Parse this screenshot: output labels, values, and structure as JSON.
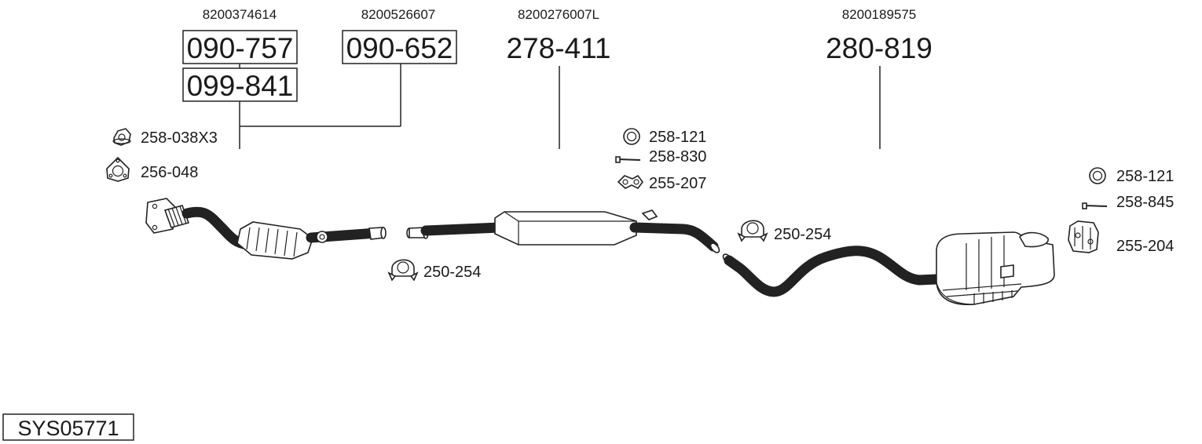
{
  "diagram_code": "SYS05771",
  "oem_numbers": {
    "a": "8200374614",
    "b": "8200526607",
    "c": "8200276007L",
    "d": "8200189575"
  },
  "main_parts": {
    "front_pipe_1": "090-757",
    "front_pipe_2": "099-841",
    "catalyst": "090-652",
    "middle_silencer": "278-411",
    "rear_silencer": "280-819"
  },
  "accessories": {
    "nut": "258-038X3",
    "gasket": "256-048",
    "clamp_front": "250-254",
    "ring_mid": "258-121",
    "bolt_mid": "258-830",
    "rubber_mid": "255-207",
    "clamp_rear": "250-254",
    "ring_rear": "258-121",
    "bolt_rear": "258-845",
    "rubber_rear": "255-204"
  }
}
